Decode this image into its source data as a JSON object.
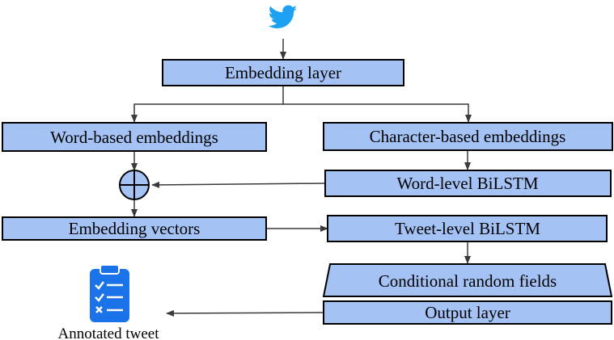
{
  "colors": {
    "box_fill": "#a4c2f4",
    "box_stroke": "#000000",
    "arrow": "#3a3a3a",
    "twitter_blue": "#1da1f2",
    "clipboard_blue": "#1a73e8"
  },
  "icons": {
    "source": "twitter-bird-icon",
    "output": "clipboard-checklist-icon"
  },
  "nodes": {
    "embedding_layer": "Embedding layer",
    "word_embeddings": "Word-based embeddings",
    "char_embeddings": "Character-based embeddings",
    "word_bilstm": "Word-level BiLSTM",
    "embedding_vectors": "Embedding vectors",
    "tweet_bilstm": "Tweet-level BiLSTM",
    "crf": "Conditional random fields",
    "output_layer": "Output layer",
    "annotated_tweet": "Annotated tweet"
  }
}
